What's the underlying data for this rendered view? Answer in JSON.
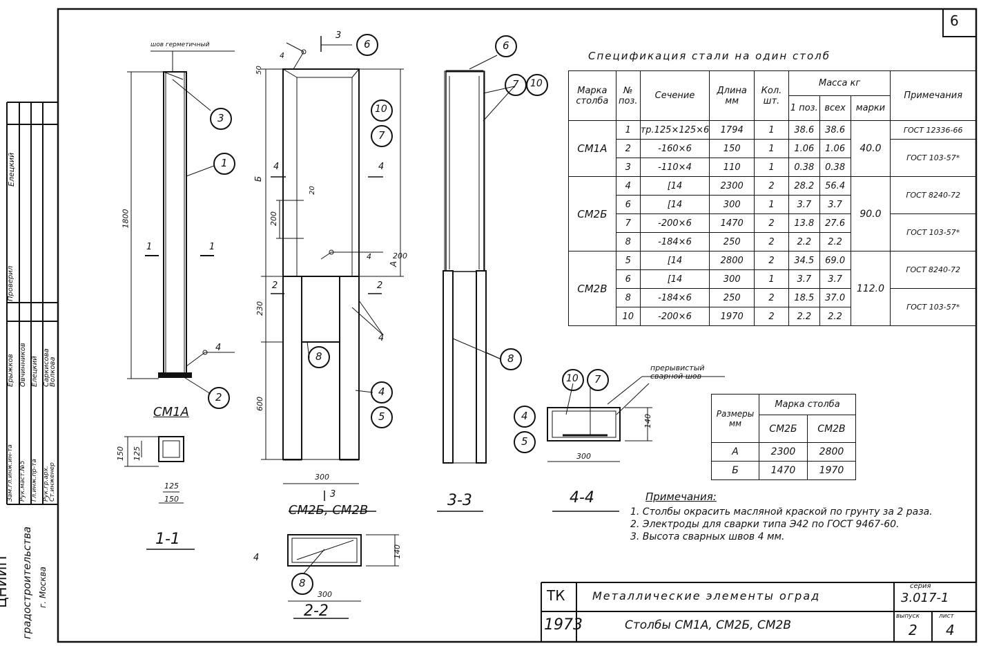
{
  "sheet_number": "6",
  "spec": {
    "title": "Спецификация стали на один столб",
    "headers": {
      "mark": "Марка столба",
      "pos": "№ поз.",
      "section": "Сечение",
      "length": "Длина мм",
      "qty": "Кол. шт.",
      "mass": "Масса кг",
      "mass_one": "1 поз.",
      "mass_all": "всех",
      "mass_mark": "марки",
      "notes": "Примечания"
    },
    "rows": [
      {
        "mark": "СМ1А",
        "pos": "1",
        "section": "тр.125×125×6",
        "length": "1794",
        "qty": "1",
        "m1": "38.6",
        "mall": "38.6",
        "mmark": "40.0",
        "note": "ГОСТ 12336-66"
      },
      {
        "mark": "",
        "pos": "2",
        "section": "-160×6",
        "length": "150",
        "qty": "1",
        "m1": "1.06",
        "mall": "1.06",
        "mmark": "",
        "note": "ГОСТ 103-57*"
      },
      {
        "mark": "",
        "pos": "3",
        "section": "-110×4",
        "length": "110",
        "qty": "1",
        "m1": "0.38",
        "mall": "0.38",
        "mmark": "",
        "note": ""
      },
      {
        "mark": "СМ2Б",
        "pos": "4",
        "section": "[14",
        "length": "2300",
        "qty": "2",
        "m1": "28.2",
        "mall": "56.4",
        "mmark": "90.0",
        "note": "ГОСТ 8240-72"
      },
      {
        "mark": "",
        "pos": "6",
        "section": "[14",
        "length": "300",
        "qty": "1",
        "m1": "3.7",
        "mall": "3.7",
        "mmark": "",
        "note": ""
      },
      {
        "mark": "",
        "pos": "7",
        "section": "-200×6",
        "length": "1470",
        "qty": "2",
        "m1": "13.8",
        "mall": "27.6",
        "mmark": "",
        "note": "ГОСТ 103-57*"
      },
      {
        "mark": "",
        "pos": "8",
        "section": "-184×6",
        "length": "250",
        "qty": "2",
        "m1": "2.2",
        "mall": "2.2",
        "mmark": "",
        "note": ""
      },
      {
        "mark": "СМ2В",
        "pos": "5",
        "section": "[14",
        "length": "2800",
        "qty": "2",
        "m1": "34.5",
        "mall": "69.0",
        "mmark": "112.0",
        "note": "ГОСТ 8240-72"
      },
      {
        "mark": "",
        "pos": "6",
        "section": "[14",
        "length": "300",
        "qty": "1",
        "m1": "3.7",
        "mall": "3.7",
        "mmark": "",
        "note": ""
      },
      {
        "mark": "",
        "pos": "8",
        "section": "-184×6",
        "length": "250",
        "qty": "2",
        "m1": "18.5",
        "mall": "37.0",
        "mmark": "",
        "note": "ГОСТ 103-57*"
      },
      {
        "mark": "",
        "pos": "10",
        "section": "-200×6",
        "length": "1970",
        "qty": "2",
        "m1": "2.2",
        "mall": "2.2",
        "mmark": "",
        "note": ""
      }
    ]
  },
  "sizes": {
    "h_sizes": "Размеры мм",
    "h_mark": "Марка столба",
    "col1": "СМ2Б",
    "col2": "СМ2В",
    "rowA": {
      "label": "А",
      "v1": "2300",
      "v2": "2800"
    },
    "rowB": {
      "label": "Б",
      "v1": "1470",
      "v2": "1970"
    }
  },
  "notes": {
    "title": "Примечания:",
    "items": [
      "1. Столбы окрасить масляной краской по грунту за 2 раза.",
      "2. Электроды для сварки типа Э42 по ГОСТ 9467-60.",
      "3. Высота сварных швов 4 мм."
    ]
  },
  "drawing": {
    "weld_seal": "шов герметичный",
    "intermittent_weld": "прерывистый сварной шов",
    "cm1a": "СМ1А",
    "cm2b_cm2v": "СМ2Б, СМ2В",
    "sec11": "1-1",
    "sec22": "2-2",
    "sec33": "3-3",
    "sec44": "4-4",
    "dim_1800": "1800",
    "dim_150": "150",
    "dim_125": "125",
    "dim_50": "50",
    "dim_B": "Б",
    "dim_200": "200",
    "dim_20": "20",
    "dim_230": "230",
    "dim_600": "600",
    "dim_300": "300",
    "dim_140": "140",
    "dim_A": "А",
    "weld_4": "4",
    "cut_1": "1",
    "cut_2": "2",
    "cut_3": "3",
    "cut_4": "4",
    "callouts": [
      "1",
      "2",
      "3",
      "4",
      "5",
      "6",
      "7",
      "8",
      "10"
    ]
  },
  "sidebar": {
    "org": "ЦНИИП",
    "org2": "градостроительства",
    "city": "г. Москва",
    "roles": [
      "Зам.гл.инж.ин-та",
      "Рук.маст.№5",
      "Гл.инж.пр-та",
      "Рук.гр.арх.",
      "Ст.инженер"
    ],
    "names": [
      "Ерыжков",
      "Овчинников",
      "Елецкий",
      "Саркисова",
      "Волкова"
    ],
    "checked": "Проверил",
    "checked_name": "Елецкий"
  },
  "titleblock": {
    "tk": "ТК",
    "year": "1973",
    "title1": "Металлические элементы оград",
    "title2": "Столбы СМ1А, СМ2Б, СМ2В",
    "series_label": "серия",
    "series": "3.017-1",
    "issue_label": "выпуск",
    "issue": "2",
    "sheet_label": "лист",
    "sheet": "4"
  }
}
